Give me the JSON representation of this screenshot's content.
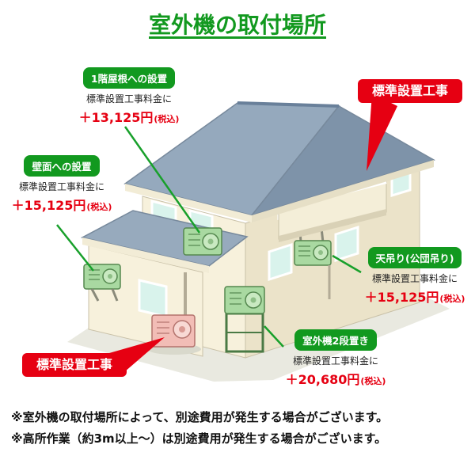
{
  "title": "室外機の取付場所",
  "callouts": {
    "roof1f": {
      "header": "1階屋根への設置",
      "line": "標準設置工事料金に",
      "price": "＋13,125円",
      "tax": "(税込)"
    },
    "wall": {
      "header": "壁面への設置",
      "line": "標準設置工事料金に",
      "price": "＋15,125円",
      "tax": "(税込)"
    },
    "ceiling": {
      "header": "天吊り(公団吊り)",
      "line": "標準設置工事料金に",
      "price": "＋15,125円",
      "tax": "(税込)"
    },
    "two_tier": {
      "header": "室外機2段置き",
      "line": "標準設置工事料金に",
      "price": "＋20,680円",
      "tax": "(税込)"
    },
    "standard_top": {
      "label": "標準設置工事"
    },
    "standard_bottom": {
      "label": "標準設置工事"
    }
  },
  "notes": [
    "※室外機の取付場所によって、別途費用が発生する場合がございます。",
    "※高所作業（約3m以上～）は別途費用が発生する場合がございます。"
  ],
  "colors": {
    "green": "#12991f",
    "red": "#e60012"
  }
}
